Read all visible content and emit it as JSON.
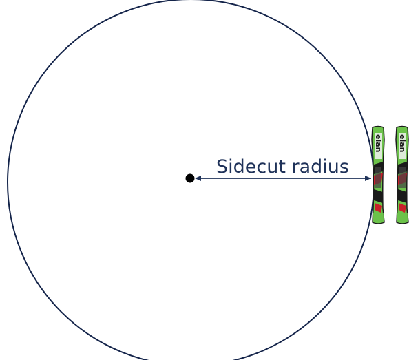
{
  "diagram": {
    "label": "Sidecut radius",
    "skis": [
      {
        "brand_text": "elan"
      },
      {
        "brand_text": "elan"
      }
    ],
    "colors": {
      "circle_stroke": "#14244a",
      "arrow": "#1f3259",
      "center_point": "#000000",
      "label": "#1f3259",
      "ski_green": "#6cc24a",
      "ski_dark": "#1a1a1a",
      "ski_red": "#c8202a",
      "ski_white": "#f2f2f2"
    }
  }
}
